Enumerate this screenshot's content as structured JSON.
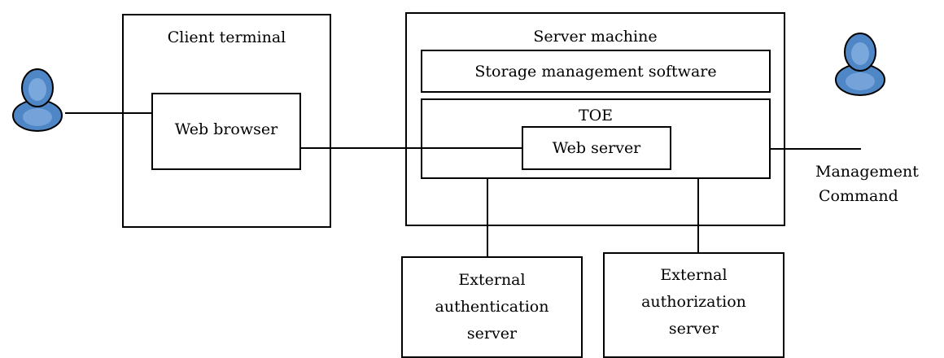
{
  "client": {
    "title": "Client terminal",
    "browser": "Web browser"
  },
  "server": {
    "title": "Server machine",
    "storage": "Storage management software",
    "toe": {
      "title": "TOE",
      "web_server": "Web server"
    }
  },
  "management": {
    "line1": "Management",
    "line2": "Command"
  },
  "external": {
    "authentication": {
      "line1": "External",
      "line2": "authentication",
      "line3": "server"
    },
    "authorization": {
      "line1": "External",
      "line2": "authorization",
      "line3": "server"
    }
  },
  "colors": {
    "user_body": "#4f86c6",
    "user_outline": "#000000"
  }
}
